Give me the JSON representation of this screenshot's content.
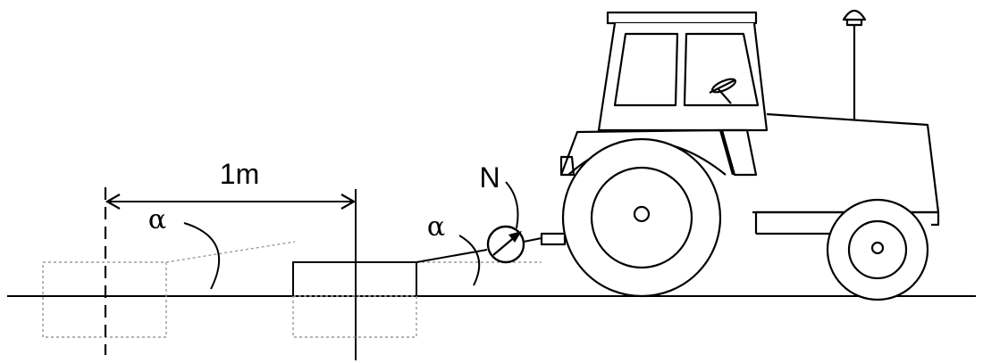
{
  "labels": {
    "distance": "1m",
    "alpha_left": "α",
    "alpha_right": "α",
    "dynamometer": "N"
  },
  "colors": {
    "stroke": "#000000",
    "dashed_outline": "#9a9a9a",
    "background": "#ffffff"
  }
}
